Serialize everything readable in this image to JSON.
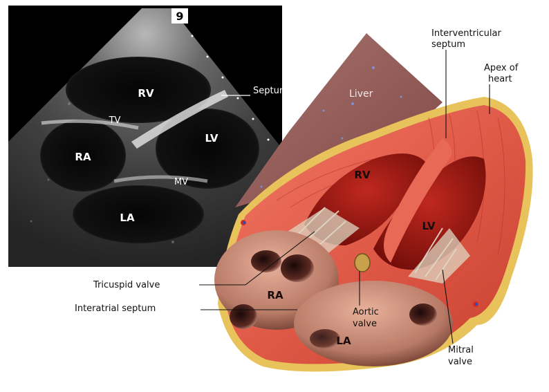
{
  "echo": {
    "corner_mark": "9",
    "labels": {
      "septum": "Septum",
      "rv": "RV",
      "tv": "TV",
      "lv": "LV",
      "ra": "RA",
      "mv": "MV",
      "la": "LA"
    }
  },
  "anatomy": {
    "labels": {
      "liver": "Liver",
      "interventricular_1": "Interventricular",
      "interventricular_2": "septum",
      "apex_1": "Apex of",
      "apex_2": "heart",
      "rv": "RV",
      "lv": "LV",
      "ra": "RA",
      "la": "LA",
      "tricuspid": "Tricuspid valve",
      "interatrial": "Interatrial septum",
      "aortic_1": "Aortic",
      "aortic_2": "valve",
      "mitral_1": "Mitral",
      "mitral_2": "valve"
    }
  }
}
